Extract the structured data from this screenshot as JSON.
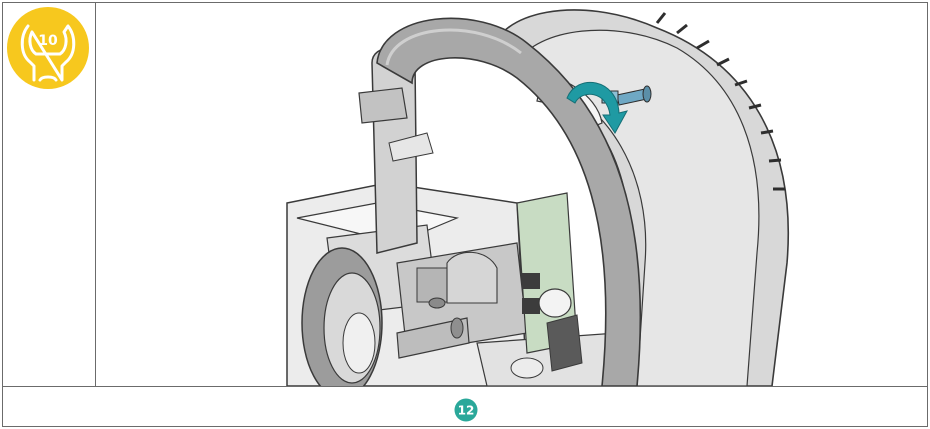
{
  "tool": {
    "icon": "wrench-icon",
    "size_label": "10",
    "badge_color": "#f7c81e"
  },
  "step": {
    "number": "12",
    "badge_color": "#2aa89a"
  },
  "illustration": {
    "subject": "device-housing-assembly",
    "arrow_color": "#1f9aa3"
  }
}
